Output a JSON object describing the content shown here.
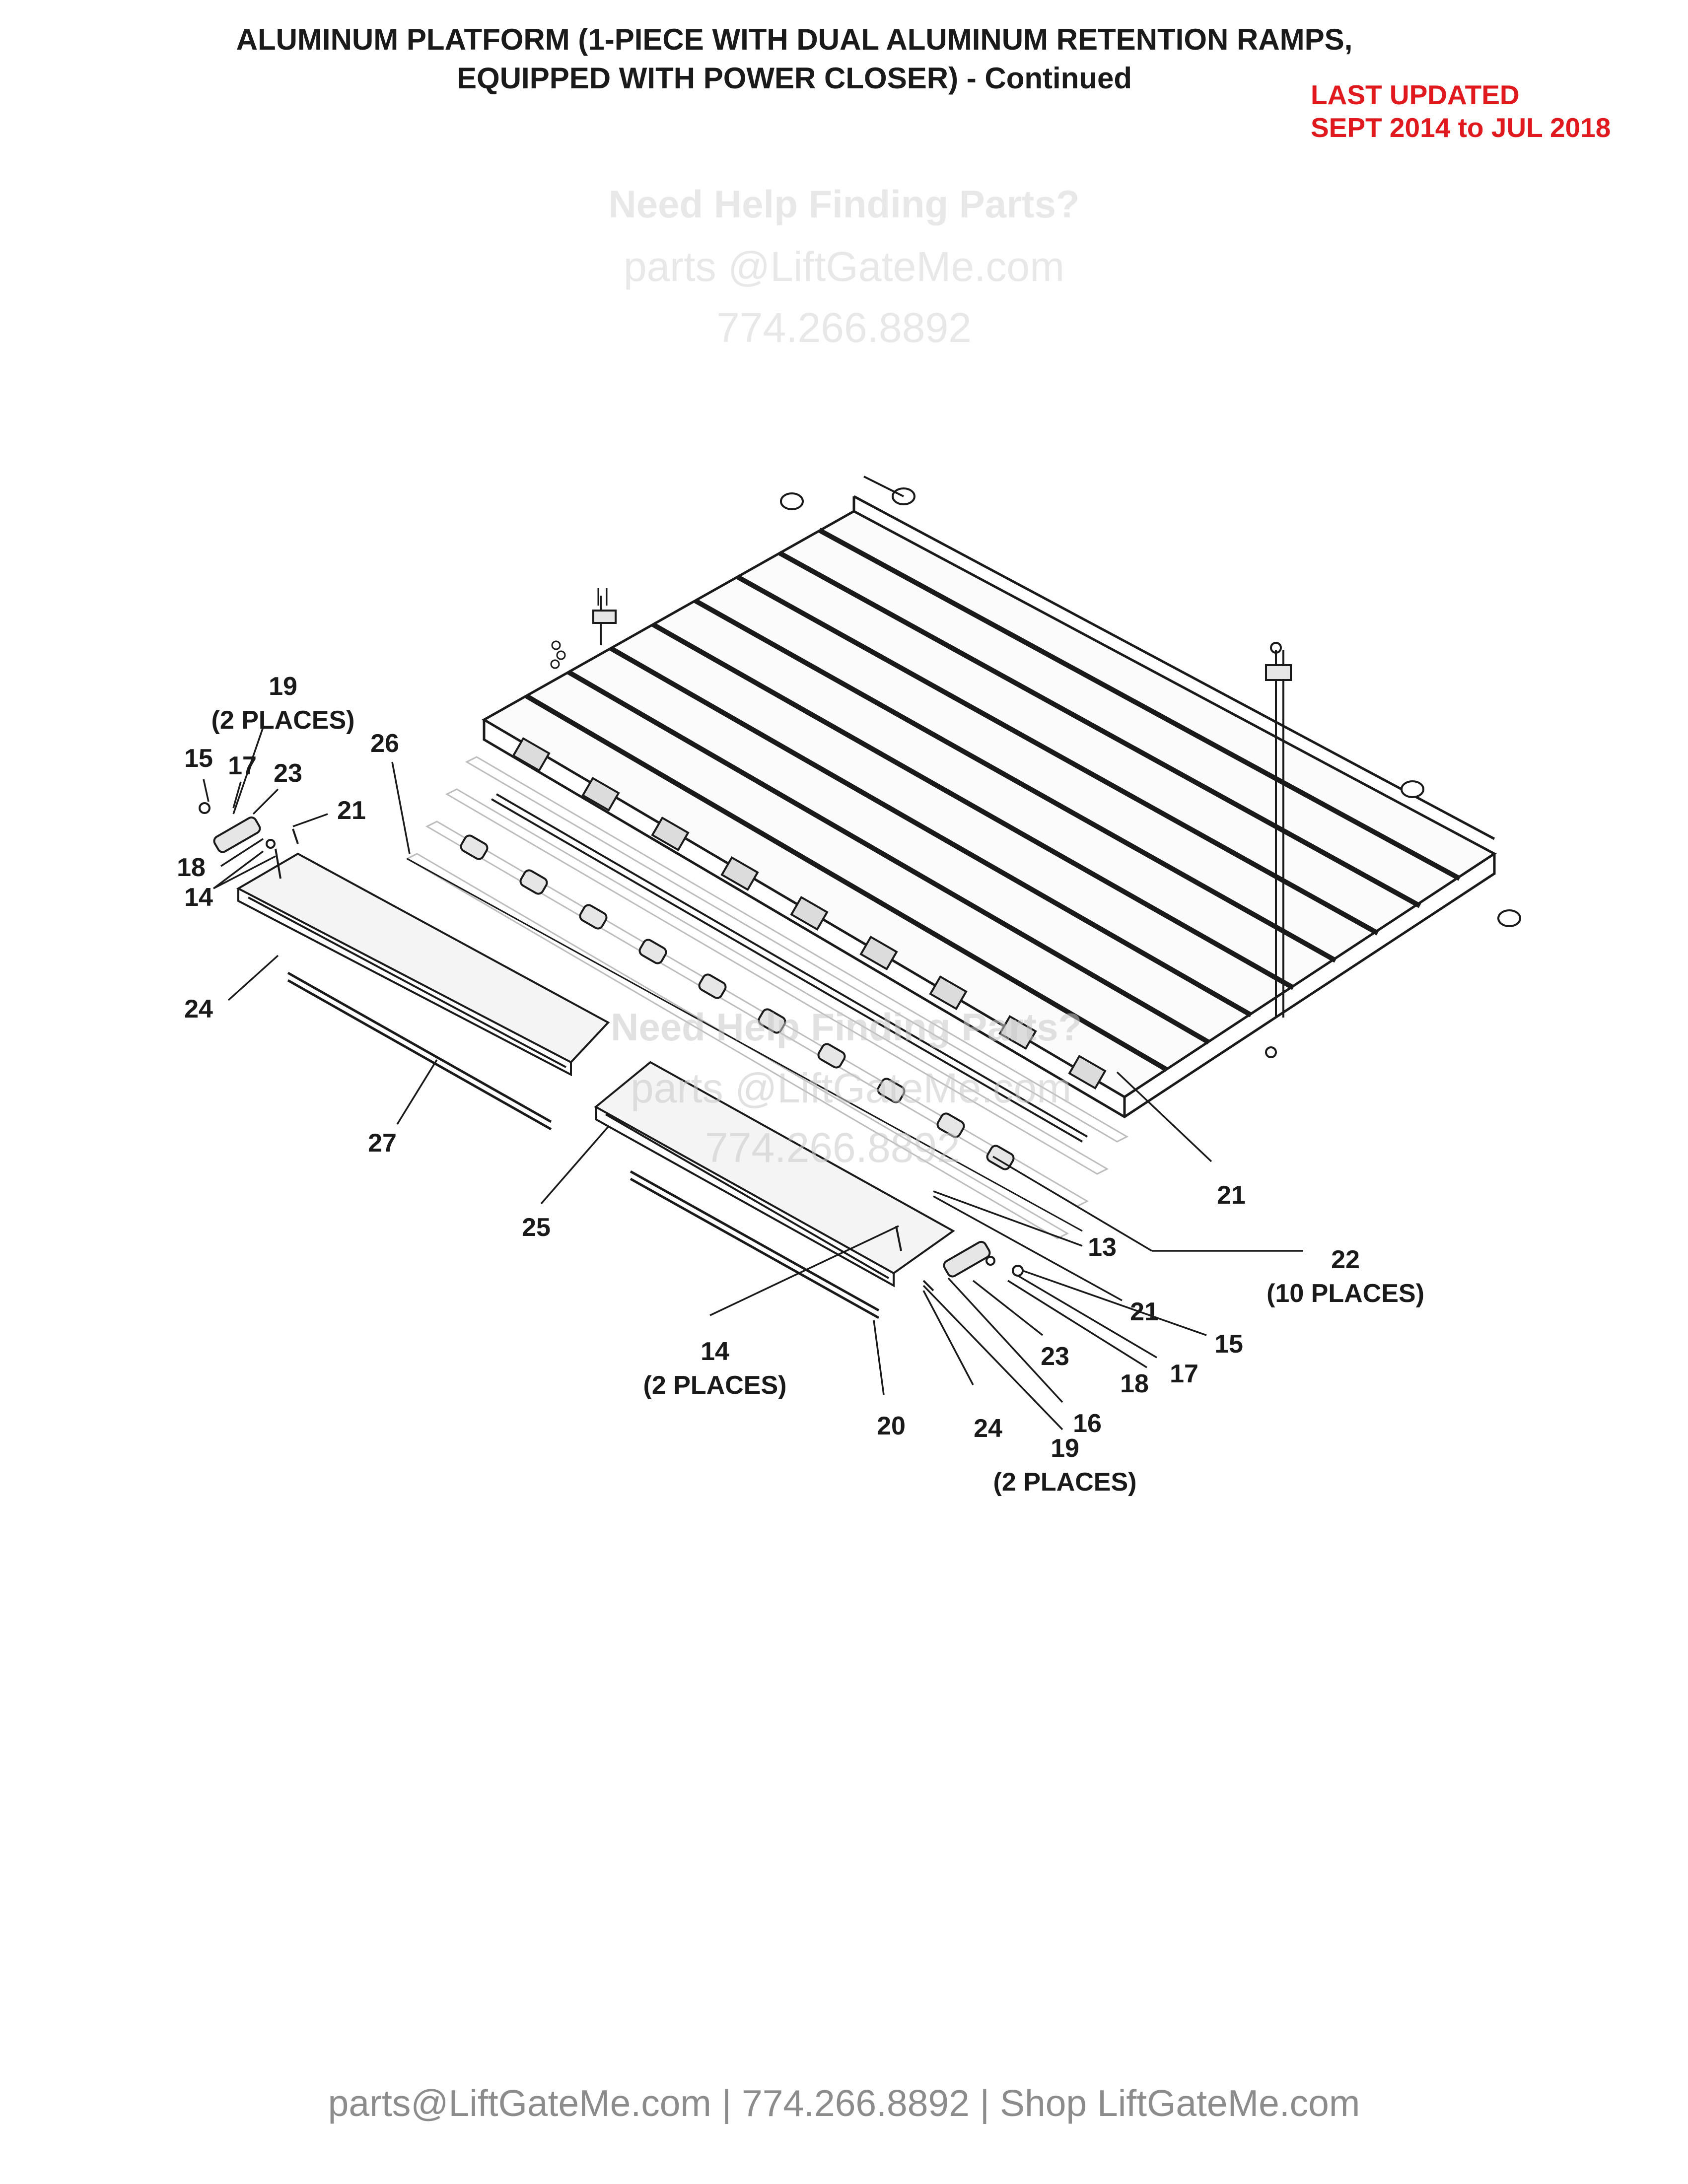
{
  "header": {
    "title_line1": "ALUMINUM PLATFORM (1-PIECE WITH DUAL ALUMINUM RETENTION RAMPS,",
    "title_line2": "EQUIPPED WITH POWER CLOSER) - Continued",
    "updated_line1": "LAST UPDATED",
    "updated_line2": "SEPT 2014 to JUL 2018"
  },
  "watermark": {
    "help": "Need Help Finding Parts?",
    "email": "parts @LiftGateMe.com",
    "phone": "774.266.8892"
  },
  "callouts": [
    {
      "id": "c19a",
      "lines": [
        "19",
        "(2 PLACES)"
      ]
    },
    {
      "id": "c15a",
      "lines": [
        "15"
      ]
    },
    {
      "id": "c17a",
      "lines": [
        "17"
      ]
    },
    {
      "id": "c23a",
      "lines": [
        "23"
      ]
    },
    {
      "id": "c26",
      "lines": [
        "26"
      ]
    },
    {
      "id": "c21a",
      "lines": [
        "21"
      ]
    },
    {
      "id": "c18a",
      "lines": [
        "18"
      ]
    },
    {
      "id": "c14a",
      "lines": [
        "14"
      ]
    },
    {
      "id": "c24a",
      "lines": [
        "24"
      ]
    },
    {
      "id": "c27",
      "lines": [
        "27"
      ]
    },
    {
      "id": "c21b",
      "lines": [
        "21"
      ]
    },
    {
      "id": "c25",
      "lines": [
        "25"
      ]
    },
    {
      "id": "c13",
      "lines": [
        "13"
      ]
    },
    {
      "id": "c22",
      "lines": [
        "22",
        "(10 PLACES)"
      ]
    },
    {
      "id": "c21c",
      "lines": [
        "21"
      ]
    },
    {
      "id": "c15b",
      "lines": [
        "15"
      ]
    },
    {
      "id": "c23b",
      "lines": [
        "23"
      ]
    },
    {
      "id": "c17b",
      "lines": [
        "17"
      ]
    },
    {
      "id": "c18b",
      "lines": [
        "18"
      ]
    },
    {
      "id": "c14b",
      "lines": [
        "14",
        "(2 PLACES)"
      ]
    },
    {
      "id": "c16",
      "lines": [
        "16"
      ]
    },
    {
      "id": "c20",
      "lines": [
        "20"
      ]
    },
    {
      "id": "c24b",
      "lines": [
        "24"
      ]
    },
    {
      "id": "c19b",
      "lines": [
        "19",
        "(2 PLACES)"
      ]
    }
  ],
  "footer": {
    "text": "parts@LiftGateMe.com | 774.266.8892 | Shop LiftGateMe.com"
  }
}
